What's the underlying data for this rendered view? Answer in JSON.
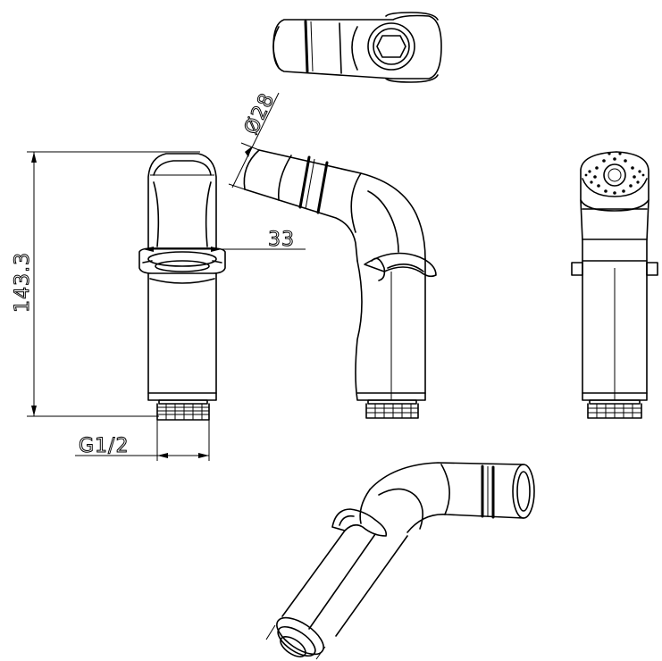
{
  "dimensions": {
    "height_label": "143.3",
    "width_label": "33",
    "diameter_label": "Ø28",
    "thread_label": "G1/2"
  },
  "views": [
    {
      "name": "top-view"
    },
    {
      "name": "front-view"
    },
    {
      "name": "side-view-angled"
    },
    {
      "name": "spray-face-view"
    },
    {
      "name": "perspective-view"
    }
  ]
}
